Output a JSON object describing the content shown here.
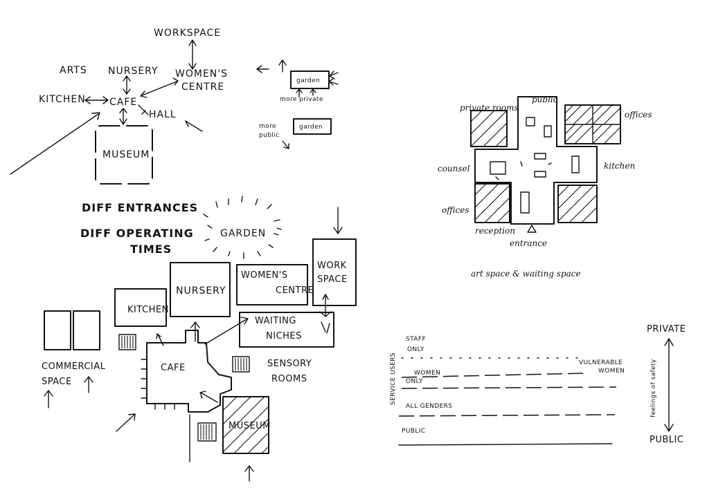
{
  "bubble_diagram": {
    "workspace": "WORKSPACE",
    "arts": "ARTS",
    "nursery": "NURSERY",
    "womens_centre_1": "WOMEN'S",
    "womens_centre_2": "CENTRE",
    "kitchen": "KITCHEN",
    "cafe": "CAFE",
    "hall": "HALL",
    "museum": "MUSEUM"
  },
  "privacy_mini": {
    "garden_top": "garden",
    "more_private": "more private",
    "more_public_1": "more",
    "more_public_2": "public",
    "garden_bottom": "garden"
  },
  "notes": {
    "diff_entrances": "DIFF ENTRANCES",
    "diff_operating_1": "DIFF OPERATING",
    "diff_operating_2": "TIMES",
    "garden": "GARDEN"
  },
  "floor_plan": {
    "nursery": "NURSERY",
    "womens_1": "WOMEN'S",
    "womens_2": "CENTRE",
    "work_1": "WORK",
    "work_2": "SPACE",
    "kitchen": "KITCHEN",
    "waiting_1": "WAITING",
    "waiting_2": "NICHES",
    "cafe": "CAFE",
    "commercial_1": "COMMERCIAL",
    "commercial_2": "SPACE",
    "sensory_1": "SENSORY",
    "sensory_2": "ROOMS",
    "museum": "MUSEUM"
  },
  "womens_centre_plan": {
    "private_rooms": "private rooms",
    "public": "public",
    "offices_top": "offices",
    "counsel": "counsel",
    "kitchen": "kitchen",
    "offices_left": "offices",
    "reception": "reception",
    "entrance": "entrance",
    "caption": "art space & waiting space"
  },
  "privacy_gradient": {
    "private": "PRIVATE",
    "public": "PUBLIC",
    "staff_1": "STAFF",
    "staff_2": "ONLY",
    "service_users": "SERVICE USERS",
    "women_1": "WOMEN",
    "women_2": "ONLY",
    "vulnerable_1": "VULNERABLE",
    "vulnerable_2": "WOMEN",
    "all_genders": "ALL GENDERS",
    "public_row": "PUBLIC",
    "feelings": "feelings of safety"
  }
}
